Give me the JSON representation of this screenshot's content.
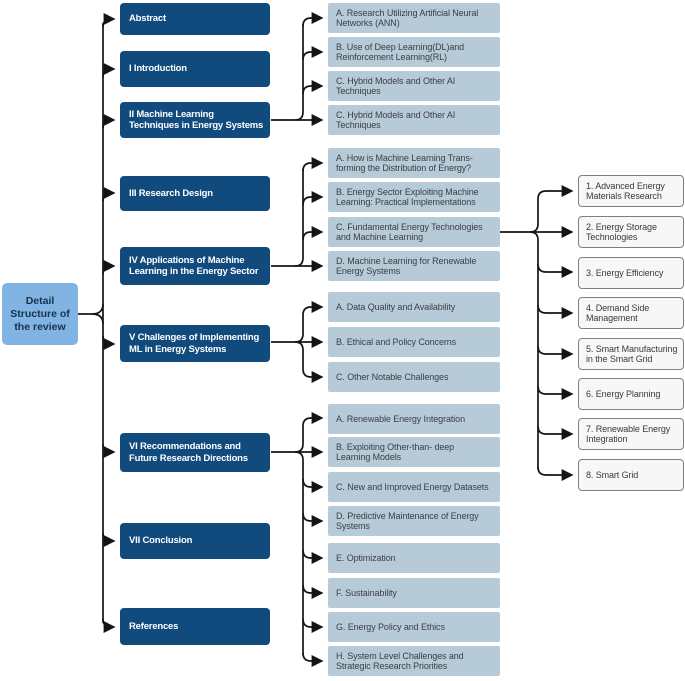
{
  "figure": {
    "title": "Detail structure of the review diagram"
  },
  "root": {
    "label": "Detail Structure of the review"
  },
  "sections": [
    {
      "label": "Abstract"
    },
    {
      "label": "I Introduction"
    },
    {
      "label": "II Machine Learning Techniques in Energy Systems"
    },
    {
      "label": "III Research Design"
    },
    {
      "label": "IV Applications of Machine Learning in the Energy Sector"
    },
    {
      "label": "V Challenges of Implementing ML in Energy Systems"
    },
    {
      "label": "VI Recommendations and Future Research Directions"
    },
    {
      "label": "VII Conclusion"
    },
    {
      "label": "References"
    }
  ],
  "groups": {
    "ml_techniques": {
      "parent": "II Machine Learning Techniques in Energy Systems",
      "items": [
        {
          "label": "A. Research Utilizing Artificial Neural Networks (ANN)"
        },
        {
          "label": "B. Use of Deep Learning(DL)and Reinforcement Learning(RL)"
        },
        {
          "label": "C. Hybrid Models and Other AI Techniques"
        },
        {
          "label": "C. Hybrid Models and Other AI Techniques"
        }
      ]
    },
    "applications": {
      "parent": "IV Applications of Machine Learning in the Energy Sector",
      "items": [
        {
          "label": "A. How is Machine Learning Trans- forming the Distribution of Energy?"
        },
        {
          "label": "B. Energy Sector Exploiting Machine Learning: Practical Implementations"
        },
        {
          "label": "C. Fundamental Energy Technologies and Machine Learning"
        },
        {
          "label": "D. Machine Learning for Renewable Energy Systems"
        }
      ]
    },
    "challenges": {
      "parent": "V Challenges of Implementing ML in Energy Systems",
      "items": [
        {
          "label": "A. Data Quality and Availability"
        },
        {
          "label": "B. Ethical and Policy Concerns"
        },
        {
          "label": "C. Other Notable Challenges"
        }
      ]
    },
    "recommendations": {
      "parent": "VI Recommendations and Future Research Directions",
      "items": [
        {
          "label": "A. Renewable Energy Integration"
        },
        {
          "label": "B. Exploiting Other-than- deep Learning Models"
        },
        {
          "label": "C. New and Improved Energy Datasets"
        },
        {
          "label": "D. Predictive Maintenance of Energy Systems"
        },
        {
          "label": "E. Optimization"
        },
        {
          "label": "F. Sustainability"
        },
        {
          "label": "G. Energy Policy and Ethics"
        },
        {
          "label": "H. System Level Challenges and Strategic Research Priorities"
        }
      ]
    },
    "application_topics": {
      "parent": "C. Fundamental Energy Technologies and Machine Learning",
      "items": [
        {
          "label": "1. Advanced Energy Materials Research"
        },
        {
          "label": "2. Energy Storage Technologies"
        },
        {
          "label": "3. Energy Efficiency"
        },
        {
          "label": "4. Demand Side Management"
        },
        {
          "label": "5. Smart Manufacturing in the Smart Grid"
        },
        {
          "label": "6. Energy Planning"
        },
        {
          "label": "7. Renewable Energy Integration"
        },
        {
          "label": "8. Smart Grid"
        }
      ]
    }
  },
  "colors": {
    "section_fill": "#114a7d",
    "section_text": "#ffffff",
    "subsection_fill": "#b7cad7",
    "subsection_text": "#3a3f44",
    "topic_fill": "#f7f7f7",
    "topic_border": "#7f7f7f",
    "root_fill": "#81b4e2",
    "root_text": "#16324f",
    "connector": "#141414",
    "background": "#ffffff"
  }
}
